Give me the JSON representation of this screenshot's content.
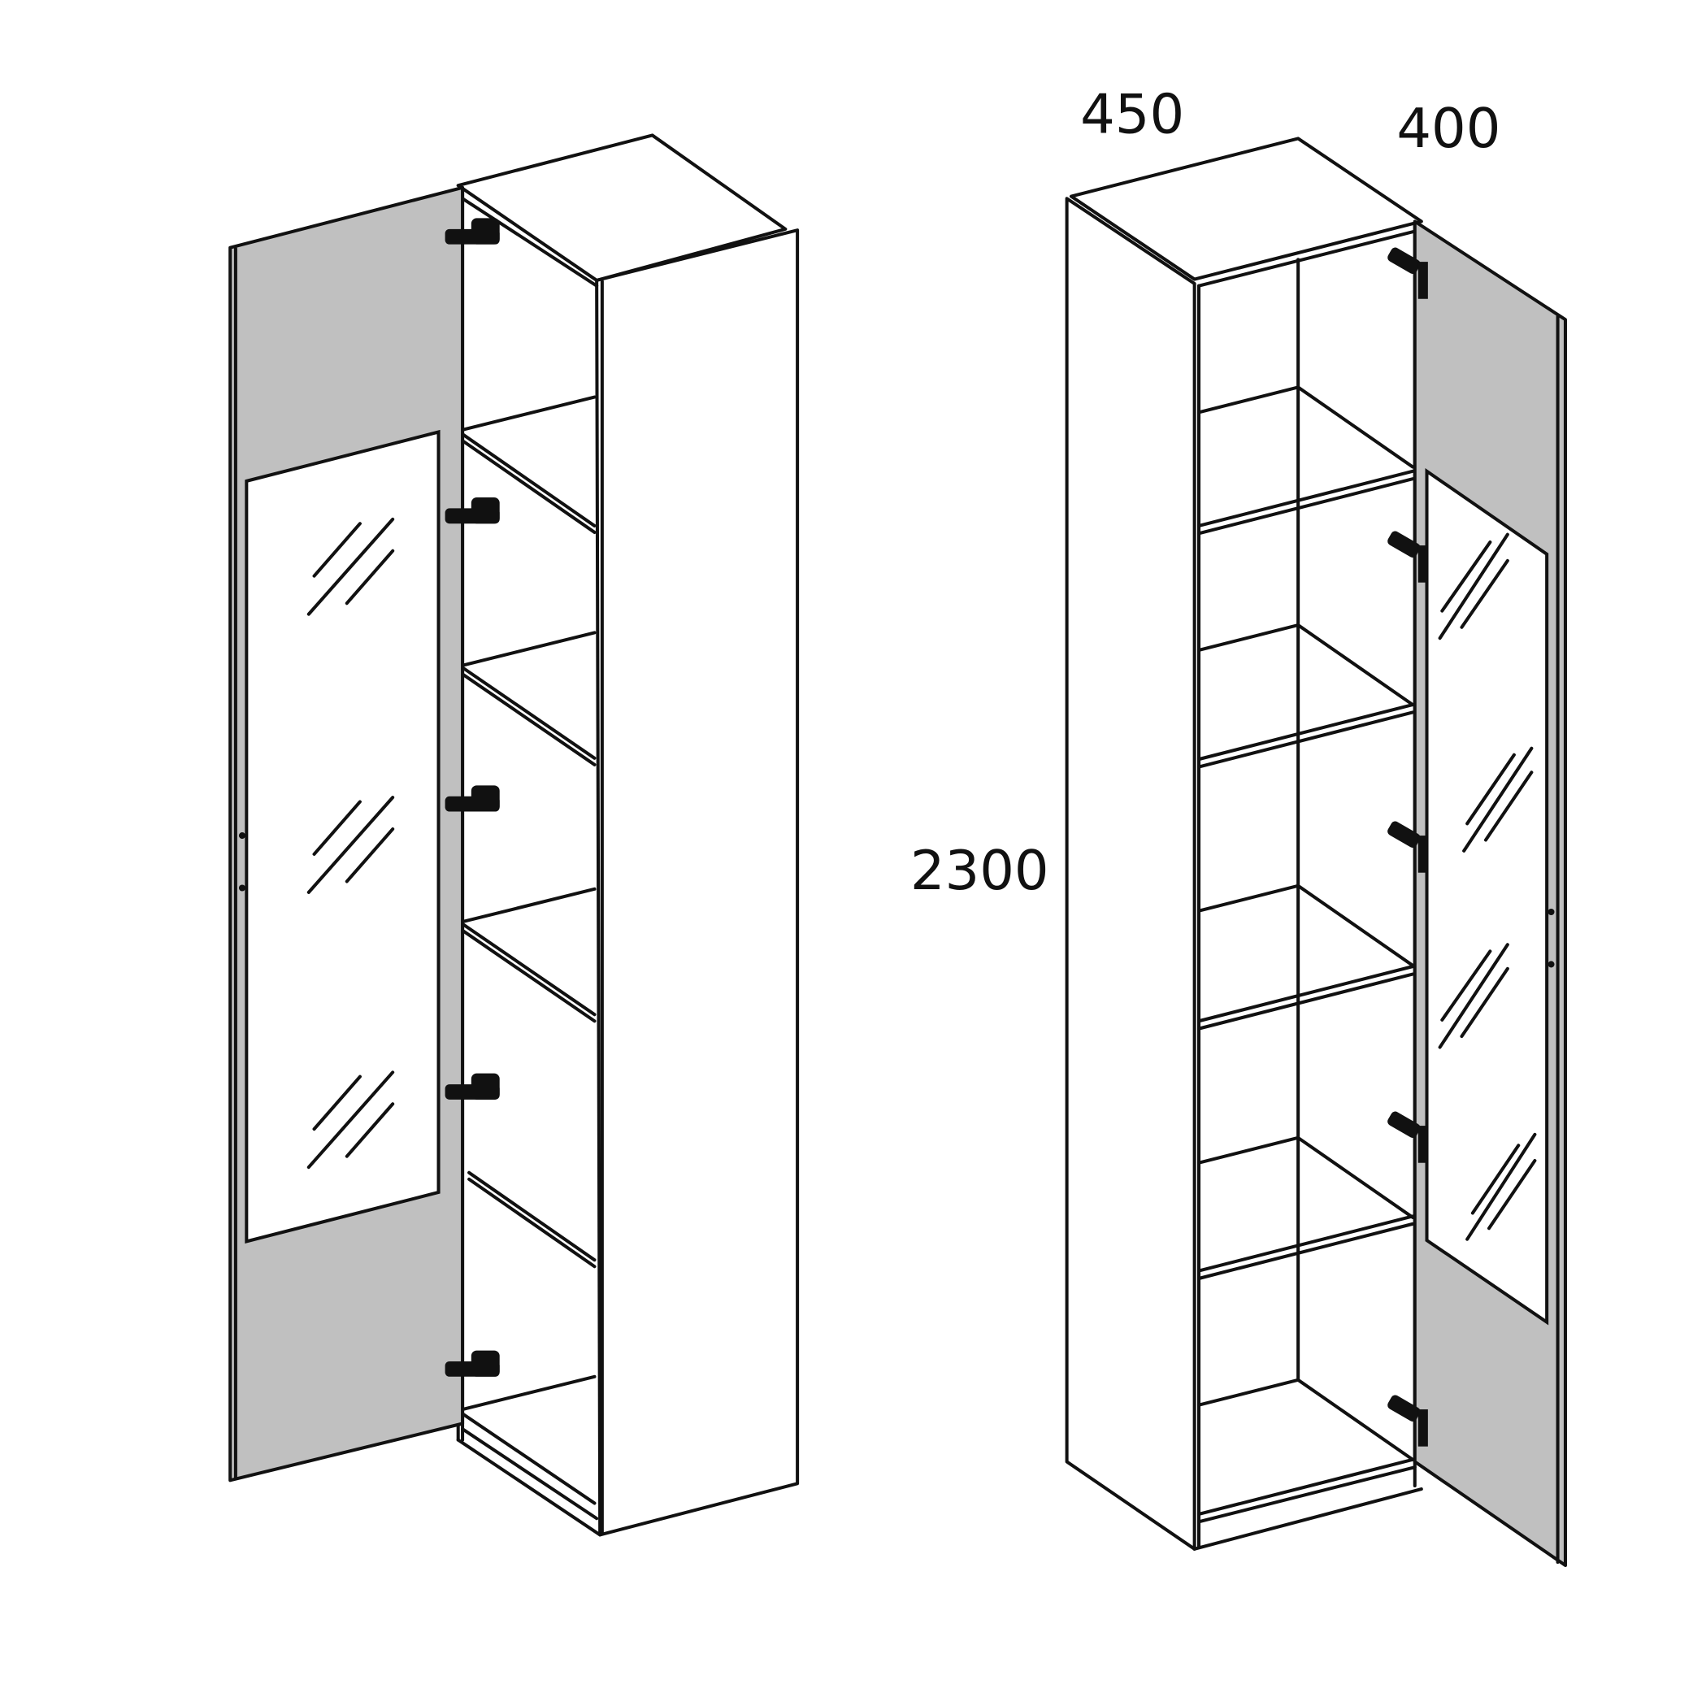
{
  "dimensions": {
    "depth": "450",
    "width": "400",
    "height": "2300"
  },
  "colors": {
    "door_fill": "#c0c0c0",
    "line": "#111111"
  }
}
